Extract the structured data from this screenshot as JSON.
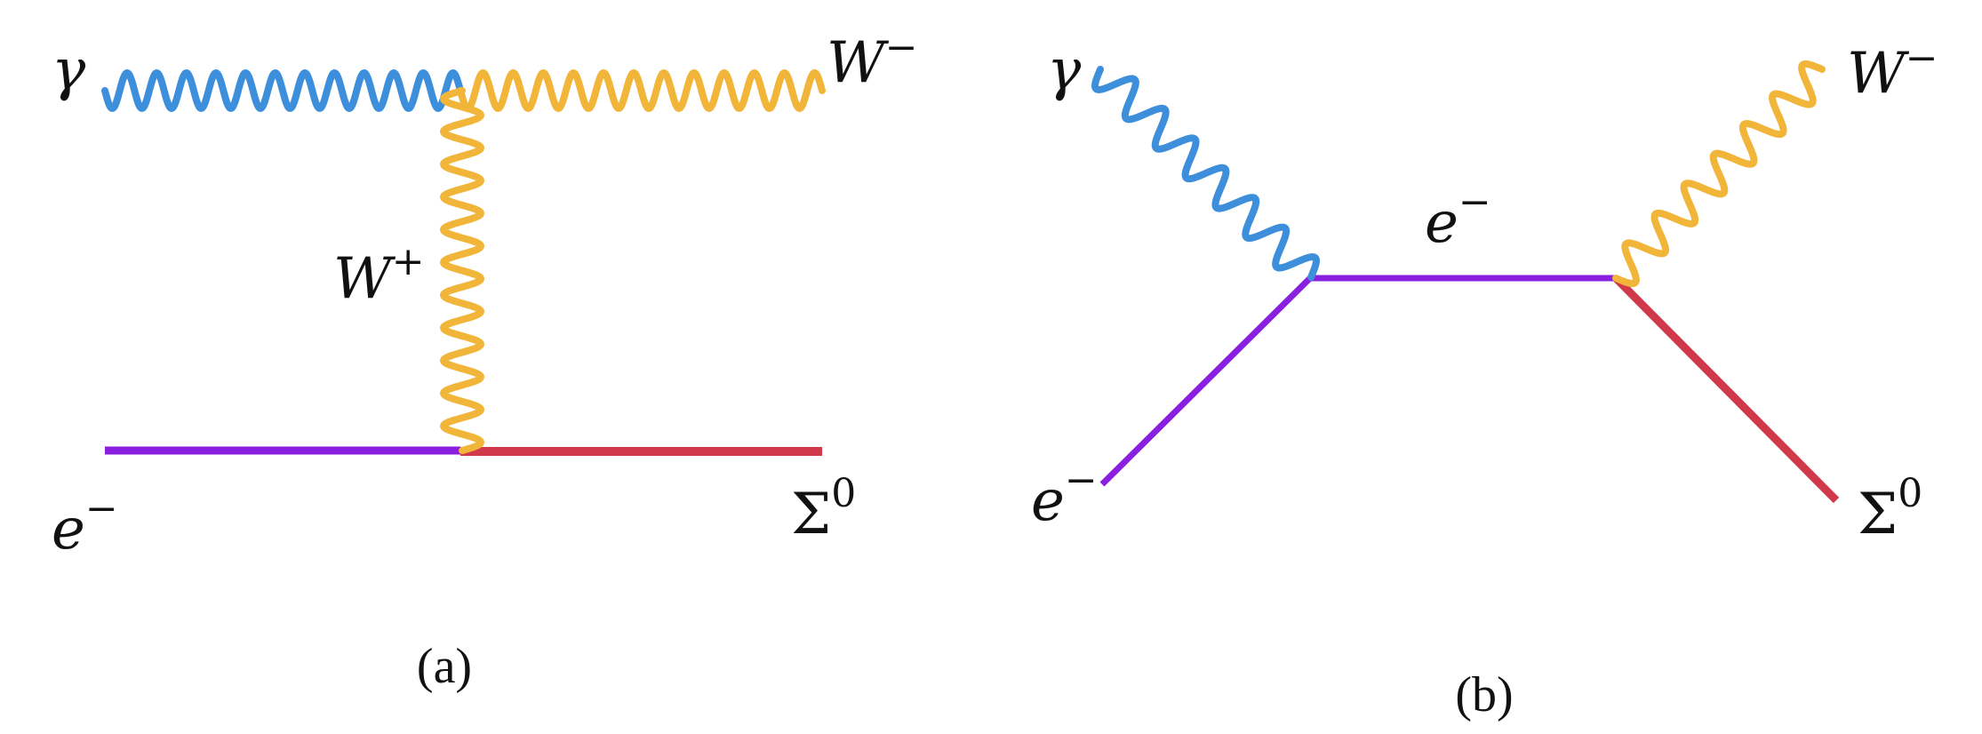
{
  "colors": {
    "photon": "#3D8FDB",
    "w_boson": "#F1B53A",
    "electron": "#8A1FE0",
    "sigma": "#D0394A",
    "text": "#111111"
  },
  "diagram_a": {
    "caption": "(a)",
    "labels": {
      "photon": "γ",
      "w_minus_base": "W",
      "w_minus_sup": "−",
      "w_plus_base": "W",
      "w_plus_sup": "+",
      "electron_base": "e",
      "electron_sup": "−",
      "sigma_base": "Σ",
      "sigma_sup": "0"
    }
  },
  "diagram_b": {
    "caption": "(b)",
    "labels": {
      "photon": "γ",
      "w_minus_base": "W",
      "w_minus_sup": "−",
      "propagator_base": "e",
      "propagator_sup": "−",
      "electron_base": "e",
      "electron_sup": "−",
      "sigma_base": "Σ",
      "sigma_sup": "0"
    }
  }
}
